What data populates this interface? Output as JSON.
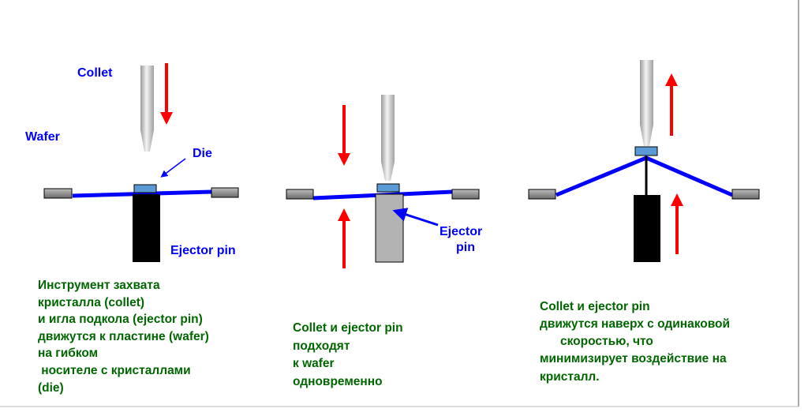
{
  "labels": {
    "collet": "Collet",
    "wafer": "Wafer",
    "die": "Die",
    "ejector_pin": "Ejector pin",
    "ejector": "Ejector",
    "pin": "pin"
  },
  "captions": {
    "step1": [
      "Инструмент захвата",
      "кристалла (collet)",
      "и игла подкола (ejector pin)",
      "движутся к пластине (wafer)",
      "на гибком",
      " носителе с кристаллами",
      "(die)"
    ],
    "step2": [
      "Collet и ejector pin",
      "подходят",
      "к wafer",
      "одновременно"
    ],
    "step3": [
      "Collet и ejector pin",
      "движутся наверх с одинаковой",
      "скоростью, что",
      "минимизирует воздействие на",
      "кристалл."
    ]
  },
  "colors": {
    "label_blue": "#0000ff",
    "caption_green": "#006600",
    "arrow_red": "#ff0000",
    "die_blue": "#5b9bd5"
  }
}
